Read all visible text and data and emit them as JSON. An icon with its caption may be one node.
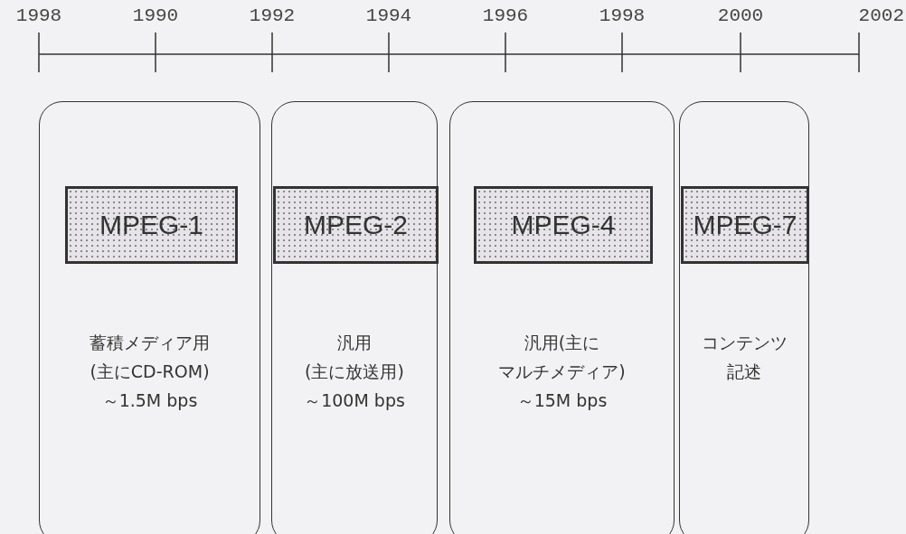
{
  "diagram": {
    "nodes": [
      {
        "text": [
          "蓄積メディア用",
          "(主にCD-ROM)",
          "～1.5M bps"
        ]
      },
      {
        "text": [
          "MPEG-1"
        ],
        "in": 0
      },
      {
        "text": [
          "汎用",
          "(主に放送用)",
          "～100M bps"
        ]
      },
      {
        "text": [
          "MPEG-2"
        ],
        "in": 2
      },
      {
        "text": [
          "汎用(主に",
          "マルチメディア)",
          "～15M bps"
        ]
      },
      {
        "text": [
          "MPEG-4"
        ],
        "in": 4
      },
      {
        "text": [
          "コンテンツ",
          "記述"
        ]
      },
      {
        "text": [
          "MPEG-7"
        ],
        "in": 6
      }
    ],
    "edges": [],
    "labels": [
      "1998",
      "1990",
      "1992",
      "1994",
      "1996",
      "1998",
      "2000",
      "2002"
    ]
  }
}
